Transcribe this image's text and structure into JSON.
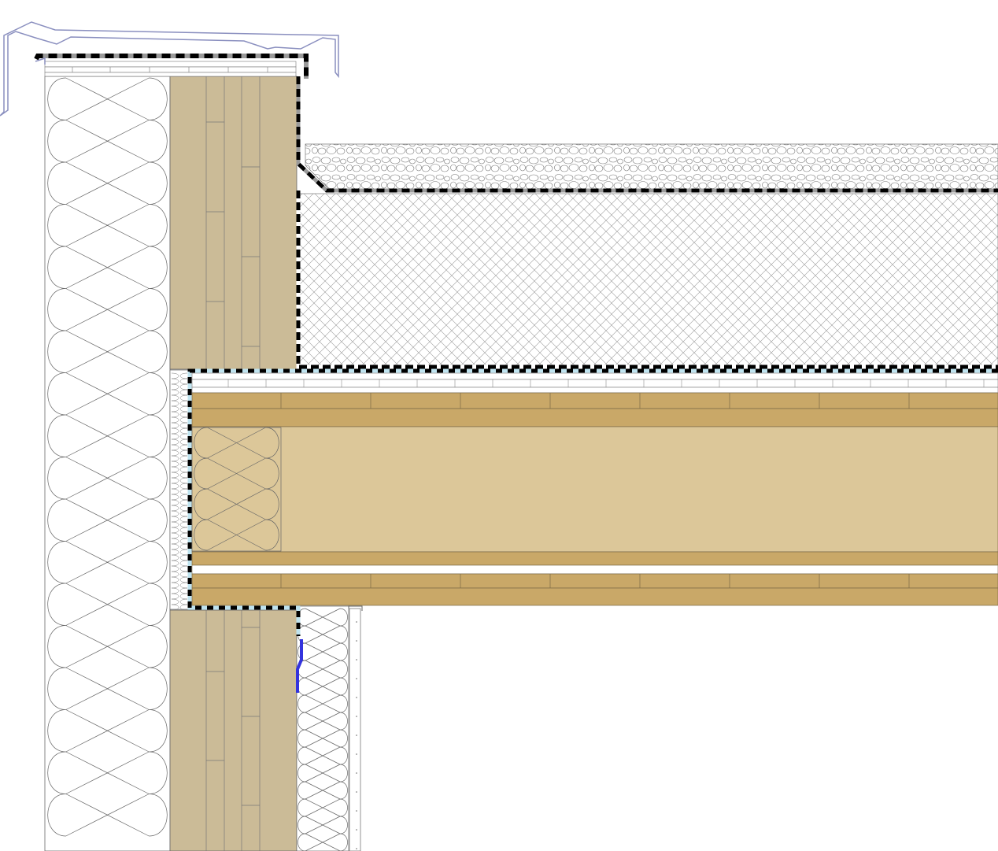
{
  "colors": {
    "background": "#ffffff",
    "line": "#555555",
    "flashing": "#8a8fbf",
    "timber_wall": "#cbbb97",
    "timber_board": "#c9a868",
    "timber_core": "#dcc799",
    "membrane_black": "#000000",
    "membrane_grey": "#9a9a9a",
    "vapour_blue": "#bfe3ef",
    "clip_blue": "#3333dd",
    "gravel": "#ffffff"
  },
  "materials": [
    "external-insulation",
    "clt-wall-upper",
    "clt-wall-lower",
    "gravel-ballast",
    "rigid-roof-insulation",
    "clt-roof-slab",
    "roof-cavity-insulation",
    "parapet-metal-flashing",
    "waterproof-membrane",
    "vapour-barrier",
    "internal-service-insulation",
    "internal-lining-board"
  ]
}
